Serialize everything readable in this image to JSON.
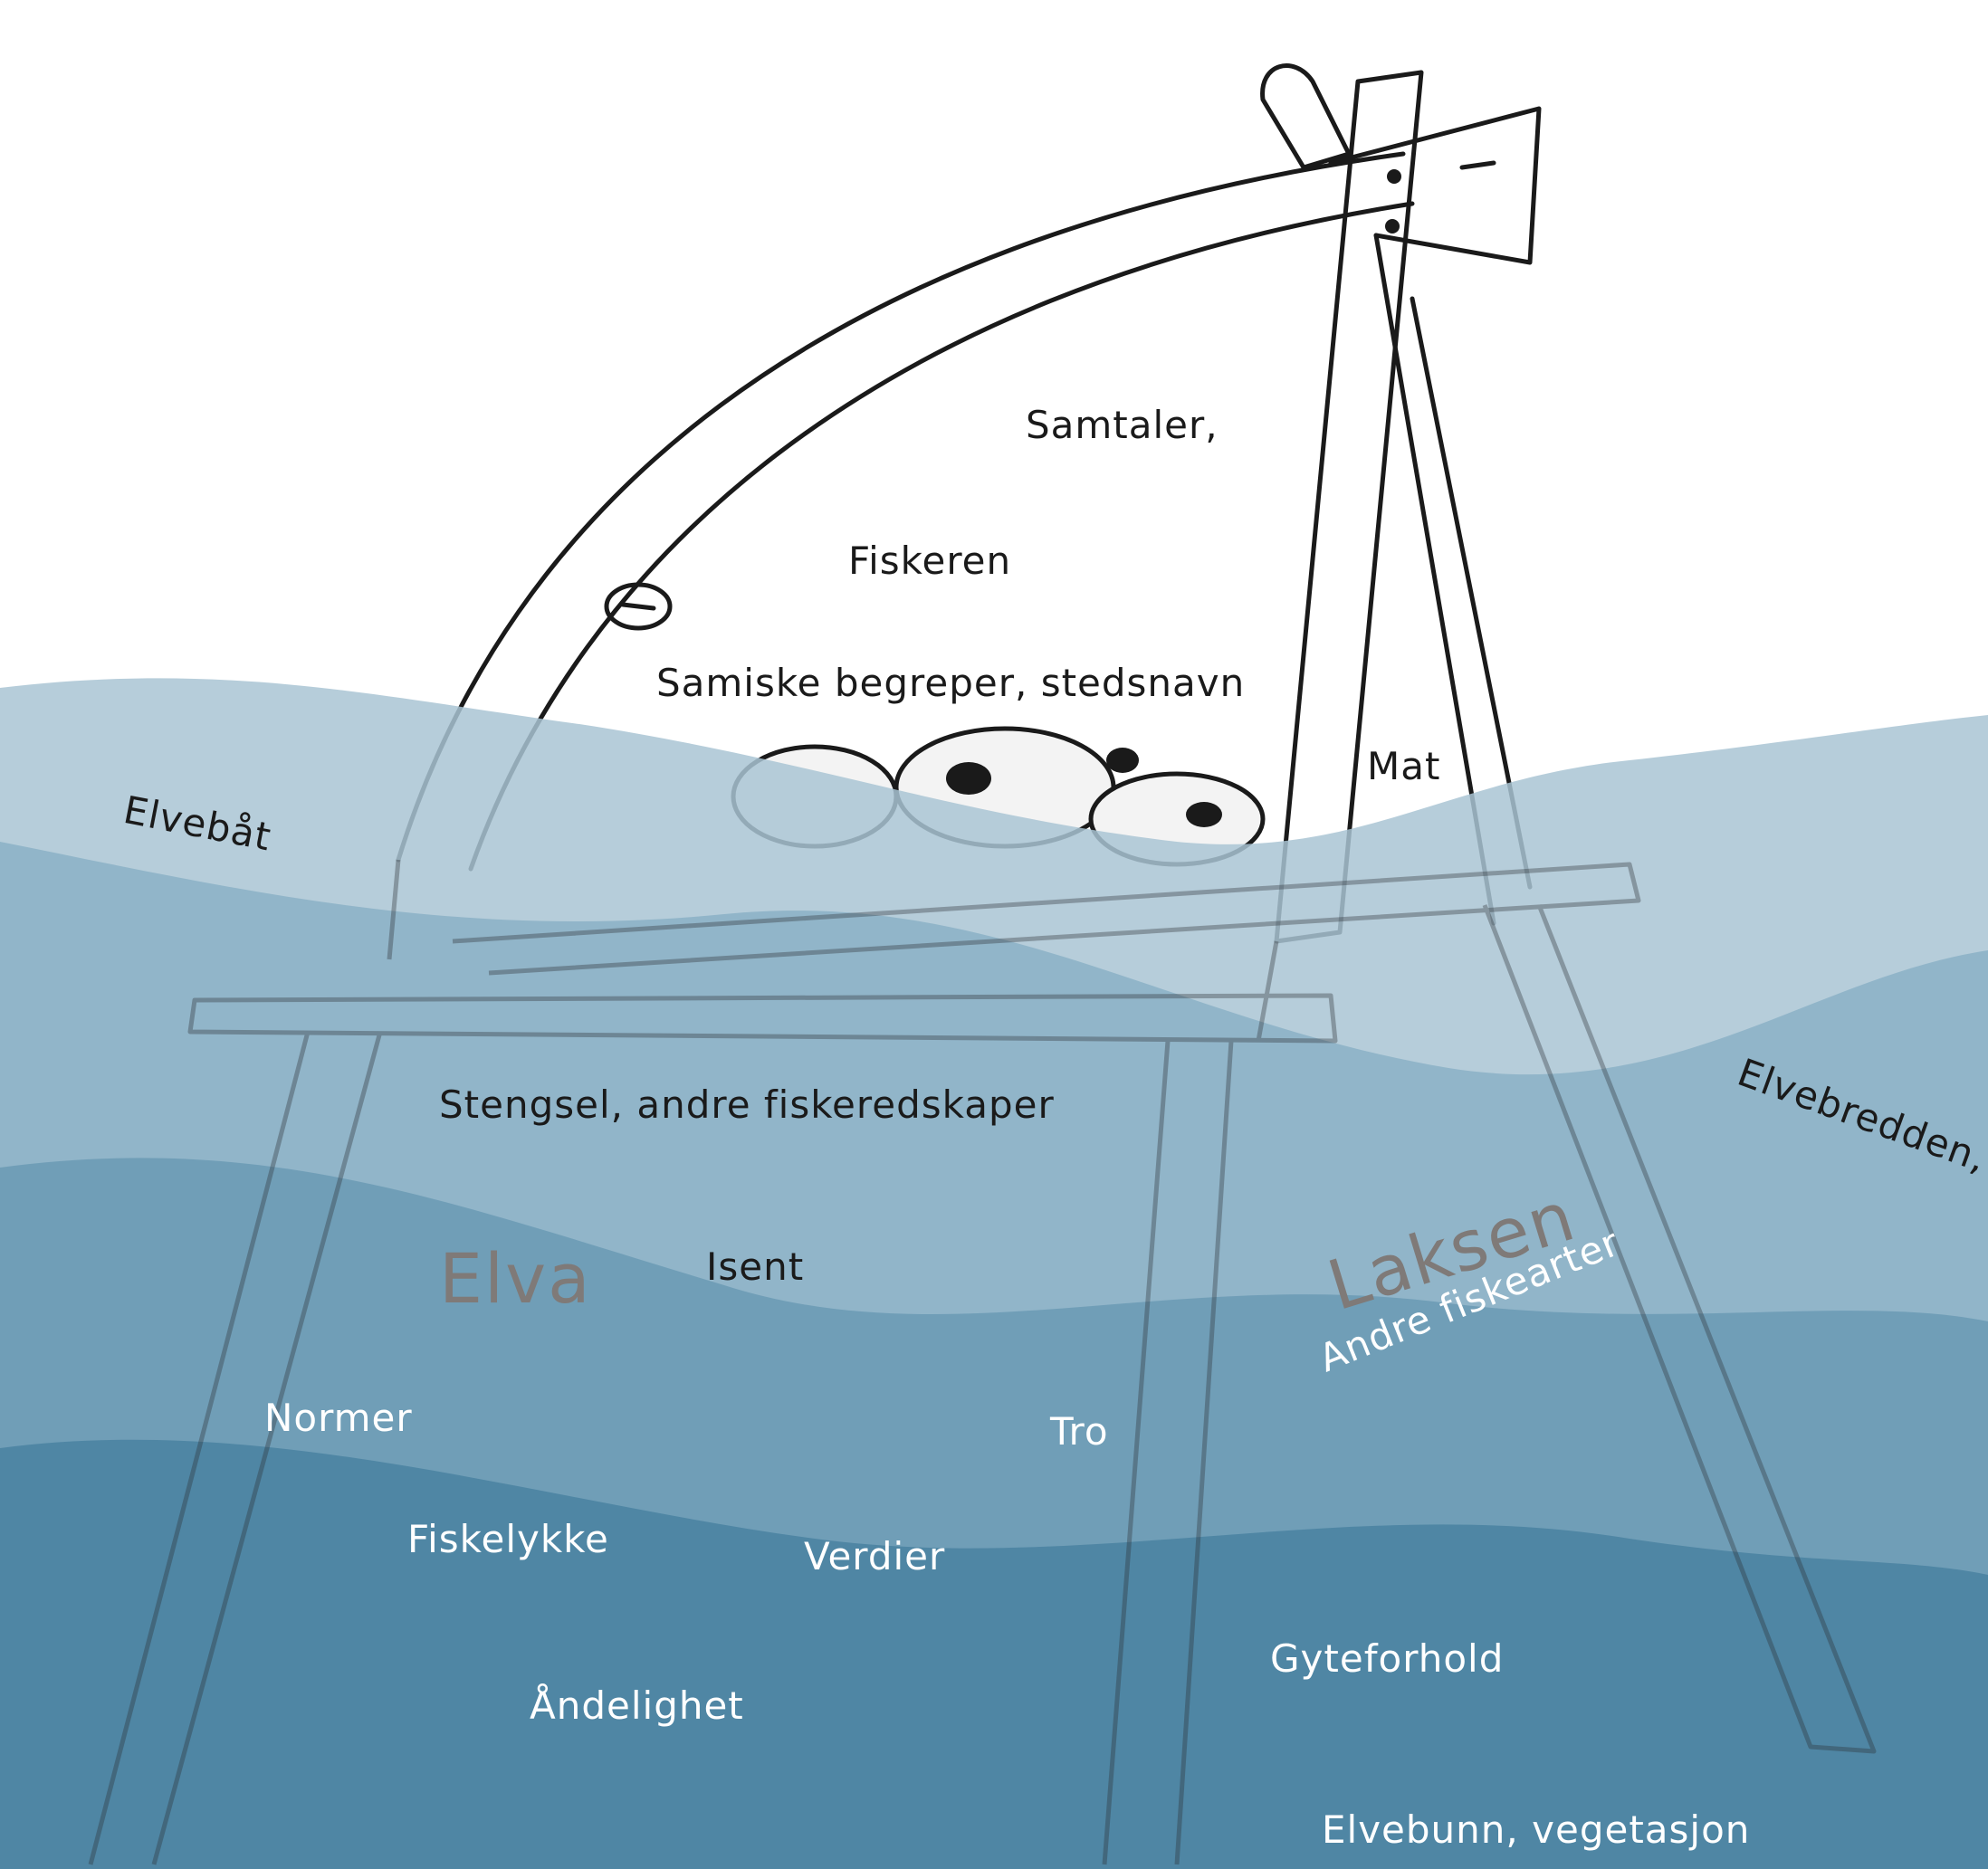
{
  "colors": {
    "water_light": "#a9c4d4",
    "water_mid": "#6f9db6",
    "water_deep": "#3f7695",
    "ink": "#1a1a1a",
    "light_text": "#ffffff",
    "big_label": "#7f7a78"
  },
  "labels": {
    "samtaler": "Samtaler,",
    "fiskeren": "Fiskeren",
    "samiske": "Samiske begreper, stedsnavn",
    "mat": "Mat",
    "elvebat": "Elvebåt",
    "stengsel": "Stengsel, andre fiskeredskaper",
    "elvebredden": "Elvebredden,",
    "elva": "Elva",
    "isent": "Isent",
    "laksen": "Laksen",
    "andre_fiskearter": "Andre fiskearter",
    "normer": "Normer",
    "tro": "Tro",
    "fiskelykke": "Fiskelykke",
    "verdier": "Verdier",
    "gyteforhold": "Gyteforhold",
    "andelighet": "Åndelighet",
    "elvebunn": "Elvebunn, vegetasjon"
  }
}
